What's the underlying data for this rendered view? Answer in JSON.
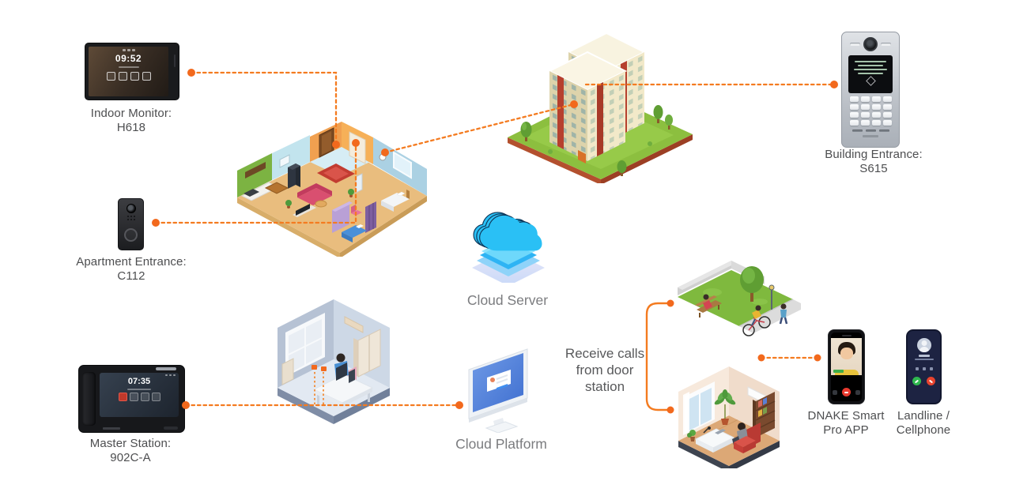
{
  "palette": {
    "accent_orange": "#f47b20",
    "dot_orange": "#f2691d",
    "label_dark": "#4d4e50",
    "label_muted": "#7b7c7f",
    "note_gray": "#58595b"
  },
  "devices": {
    "indoor_monitor": {
      "line1": "Indoor Monitor:",
      "line2": "H618",
      "time": "09:52"
    },
    "apartment_entrance": {
      "line1": "Apartment Entrance:",
      "line2": "C112"
    },
    "master_station": {
      "line1": "Master Station:",
      "line2": "902C-A",
      "time": "07:35"
    },
    "building_entrance": {
      "line1": "Building Entrance:",
      "line2": "S615"
    },
    "smart_app": {
      "line1": "DNAKE Smart",
      "line2": "Pro APP"
    },
    "landline": {
      "line1": "Landline /",
      "line2": "Cellphone"
    }
  },
  "cloud": {
    "server_label": "Cloud Server",
    "platform_label": "Cloud Platform"
  },
  "note": {
    "line1": "Receive calls",
    "line2": "from door",
    "line3": "station"
  }
}
